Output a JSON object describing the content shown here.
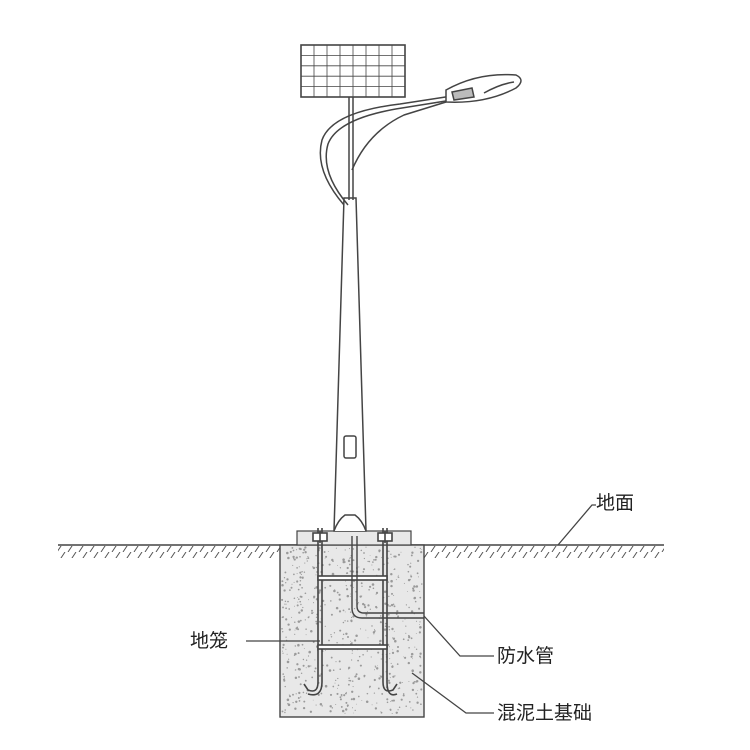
{
  "labels": {
    "ground": "地面",
    "cage": "地笼",
    "conduit": "防水管",
    "foundation": "混泥土基础"
  },
  "colors": {
    "line": "#444444",
    "concrete": "#e6e6e6",
    "speckle": "#9a9a9a",
    "background": "#ffffff"
  }
}
